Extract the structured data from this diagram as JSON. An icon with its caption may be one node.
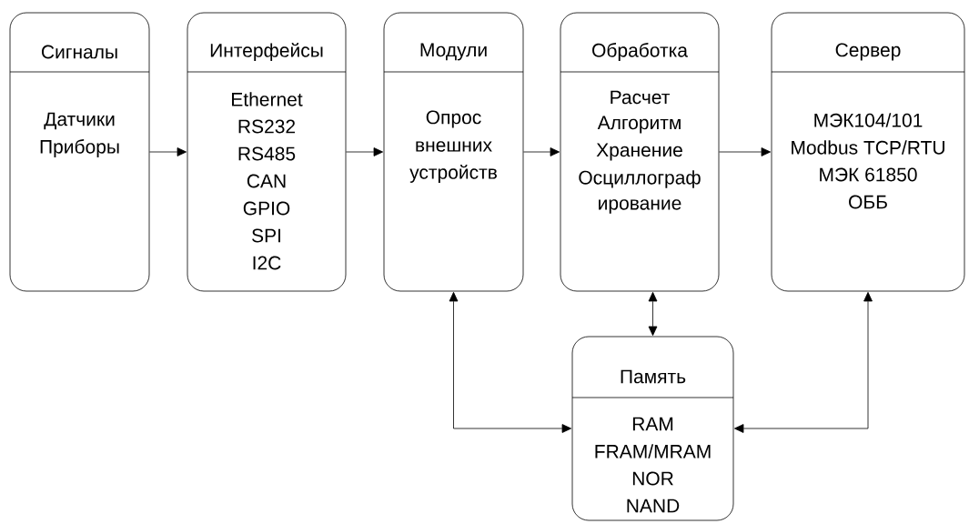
{
  "diagram": {
    "nodes": [
      {
        "text": [
          "Сигналы",
          "Датчики",
          "Приборы"
        ]
      },
      {
        "text": [
          "Интерфейсы",
          "Ethernet",
          "RS232",
          "RS485",
          "CAN",
          "GPIO",
          "SPI",
          "I2C"
        ]
      },
      {
        "text": [
          "Модули",
          "Опрос",
          "внешних",
          "устройств"
        ]
      },
      {
        "text": [
          "Обработка",
          "Расчет",
          "Алгоритм",
          "Хранение",
          "Осциллограф",
          "ирование"
        ]
      },
      {
        "text": [
          "Сервер",
          "МЭК104/101",
          "Modbus TCP/RTU",
          "МЭК 61850",
          "ОББ"
        ]
      },
      {
        "text": [
          "Память",
          "RAM",
          "FRAM/MRAM",
          "NOR",
          "NAND"
        ]
      }
    ],
    "edges": [
      {
        "from": 0,
        "to": 1,
        "arrow": "to"
      },
      {
        "from": 1,
        "to": 2,
        "arrow": "to"
      },
      {
        "from": 2,
        "to": 3,
        "arrow": "to"
      },
      {
        "from": 3,
        "to": 4,
        "arrow": "to"
      },
      {
        "from": 2,
        "to": 5,
        "arrow": "both"
      },
      {
        "from": 3,
        "to": 5,
        "arrow": "both"
      },
      {
        "from": 4,
        "to": 5,
        "arrow": "both"
      }
    ]
  }
}
